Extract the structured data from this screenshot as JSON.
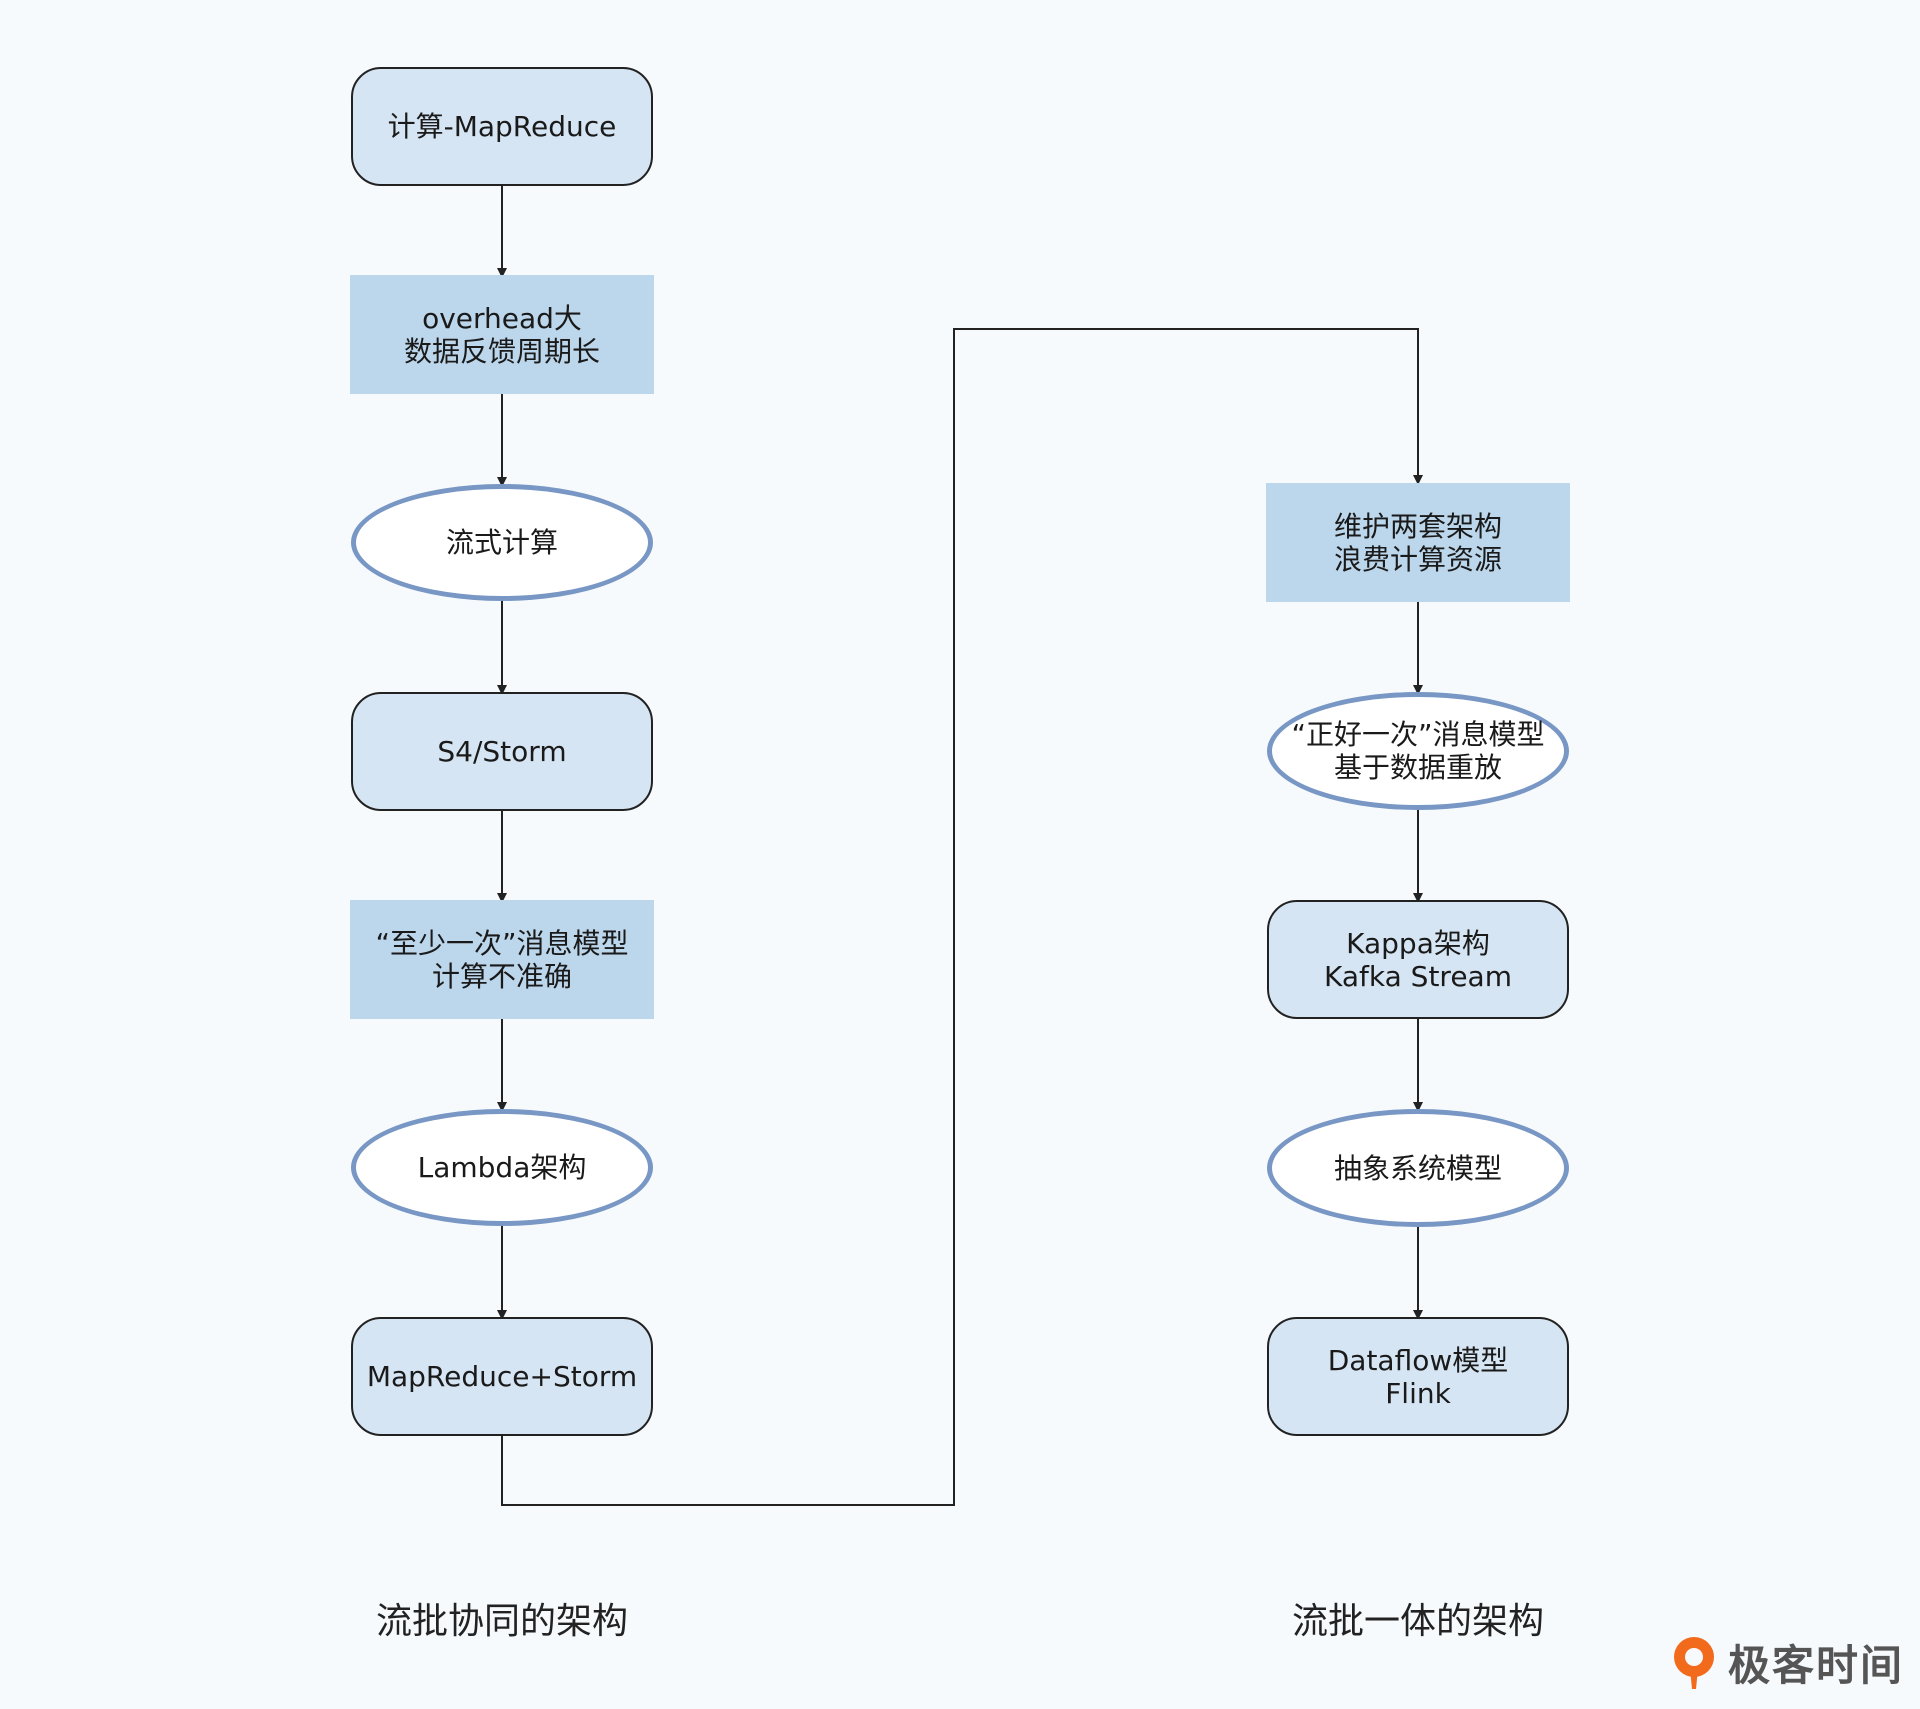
{
  "left_column": {
    "caption": "流批协同的架构",
    "nodes": [
      {
        "lines": [
          "计算-MapReduce"
        ]
      },
      {
        "lines": [
          "overhead大",
          "数据反馈周期长"
        ]
      },
      {
        "lines": [
          "流式计算"
        ]
      },
      {
        "lines": [
          "S4/Storm"
        ]
      },
      {
        "lines": [
          "“至少一次”消息模型",
          "计算不准确"
        ]
      },
      {
        "lines": [
          "Lambda架构"
        ]
      },
      {
        "lines": [
          "MapReduce+Storm"
        ]
      }
    ]
  },
  "right_column": {
    "caption": "流批一体的架构",
    "nodes": [
      {
        "lines": [
          "维护两套架构",
          "浪费计算资源"
        ]
      },
      {
        "lines": [
          "“正好一次”消息模型",
          "基于数据重放"
        ]
      },
      {
        "lines": [
          "Kappa架构",
          "Kafka Stream"
        ]
      },
      {
        "lines": [
          "抽象系统模型"
        ]
      },
      {
        "lines": [
          "Dataflow模型",
          "Flink"
        ]
      }
    ]
  },
  "logo": {
    "text": "极客时间",
    "icon": "geektime-logo-icon",
    "color": "#f26b1d"
  },
  "colors": {
    "rounded_fill": "#d6e5f3",
    "rect_fill": "#bcd7ec",
    "oval_border": "#7897c4",
    "line": "#222222",
    "background": "#f6fafd"
  }
}
